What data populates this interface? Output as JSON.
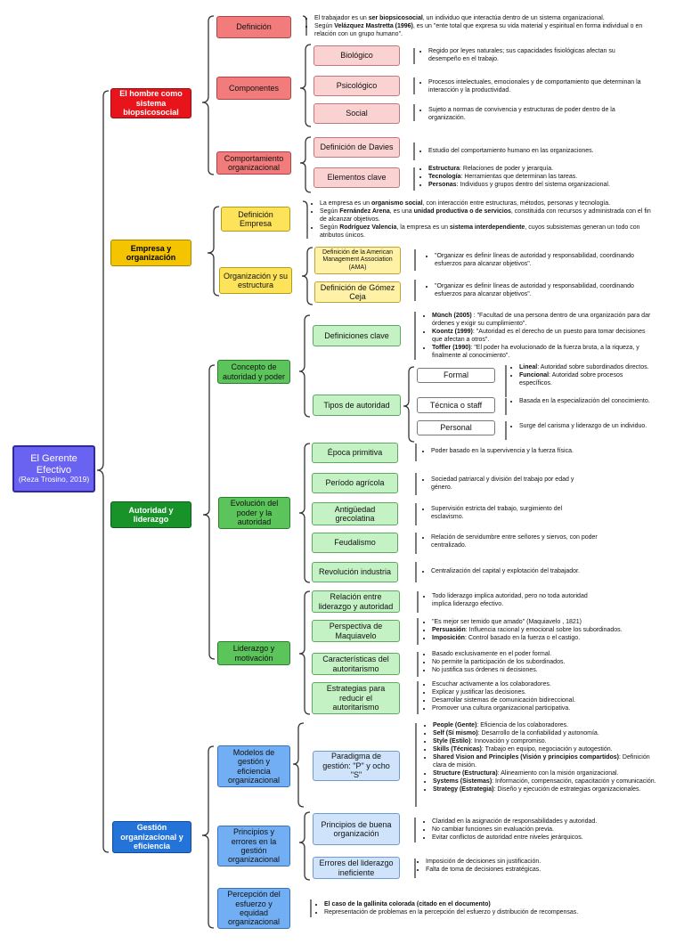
{
  "root": {
    "title": "El Gerente Efectivo",
    "subtitle": "(Reza Trosino, 2019)"
  },
  "s1": {
    "title": "El hombre como sistema biopsicosocial",
    "definicion": {
      "label": "Definición",
      "b1_pre": "El trabajador es un ",
      "b1_bold": "ser biopsicosocial",
      "b1_post": ", un individuo que interactúa dentro de un sistema organizacional.",
      "b2_pre": "Según ",
      "b2_bold": "Velázquez Mastretta (1996)",
      "b2_post": ", es un \"ente total que expresa su vida material y espiritual en forma individual o en relación con un grupo humano\"."
    },
    "componentes": {
      "label": "Componentes",
      "biologico": {
        "label": "Biológico",
        "desc": "Regido por leyes naturales; sus capacidades fisiológicas afectan su desempeño en el trabajo."
      },
      "psicologico": {
        "label": "Psicológico",
        "desc": "Procesos intelectuales, emocionales y de comportamiento que determinan la interacción y la productividad."
      },
      "social": {
        "label": "Social",
        "desc": "Sujeto a normas de convivencia y estructuras de poder dentro de la organización."
      }
    },
    "comportamiento": {
      "label": "Comportamiento organizacional",
      "davies": {
        "label": "Definición de Davies",
        "desc": "Estudio del comportamiento humano en las organizaciones."
      },
      "elementos": {
        "label": "Elementos clave",
        "b1_bold": "Estructura",
        "b1_post": ": Relaciones de poder y jerarquía.",
        "b2_bold": "Tecnología",
        "b2_post": ": Herramientas que determinan las tareas.",
        "b3_bold": "Personas",
        "b3_post": ": Individuos y grupos dentro del sistema organizacional."
      }
    }
  },
  "s2": {
    "title": "Empresa y organización",
    "defempresa": {
      "label": "Definición Empresa",
      "b1_pre": "La empresa es un ",
      "b1_bold": "organismo social",
      "b1_post": ", con interacción entre estructuras, métodos, personas y tecnología.",
      "b2_pre": "Según ",
      "b2_bold": "Fernández Arena",
      "b2_mid": ", es una ",
      "b2_bold2": "unidad productiva o de servicios",
      "b2_post": ", constituida con recursos y administrada con el fin de alcanzar objetivos.",
      "b3_pre": "Según ",
      "b3_bold": "Rodríguez Valencia",
      "b3_mid": ", la empresa es un ",
      "b3_bold2": "sistema interdependiente",
      "b3_post": ", cuyos subsistemas generan un todo con atributos únicos."
    },
    "orgestructura": {
      "label": "Organización y su estructura",
      "ama": {
        "label": "Definición de la American Management Association (AMA)",
        "desc": "\"Organizar es definir líneas de autoridad y responsabilidad, coordinando esfuerzos para alcanzar objetivos\"."
      },
      "gomez": {
        "label": "Definición de Gómez Ceja",
        "desc": "\"Organizar es definir líneas de autoridad y responsabilidad, coordinando esfuerzos para alcanzar objetivos\"."
      }
    }
  },
  "s3": {
    "title": "Autoridad y liderazgo",
    "concepto": {
      "label": "Concepto de autoridad y poder",
      "defclave": {
        "label": "Definiciones clave",
        "b1_bold": "Münch (2005)",
        "b1_post": " : \"Facultad de una persona dentro de una organización para dar órdenes y exigir su cumplimiento\".",
        "b2_bold": "Koontz (1999)",
        "b2_post": ": \"Autoridad es el derecho de un puesto para tomar decisiones que afectan a otros\".",
        "b3_bold": "Toffler (1990)",
        "b3_post": ": \"El poder ha evolucionado de la fuerza bruta, a la riqueza, y finalmente al conocimiento\"."
      },
      "tipos": {
        "label": "Tipos de autoridad",
        "formal": {
          "label": "Formal",
          "b1_bold": "Lineal",
          "b1_post": ": Autoridad sobre subordinados directos.",
          "b2_bold": "Funcional",
          "b2_post": ": Autoridad sobre procesos específicos."
        },
        "tecnica": {
          "label": "Técnica o staff",
          "desc": "Basada en la especialización del conocimiento."
        },
        "personal": {
          "label": "Personal",
          "desc": "Surge del carisma y liderazgo de un individuo."
        }
      }
    },
    "evolucion": {
      "label": "Evolución del poder y la autoridad",
      "items": [
        {
          "label": "Época primitiva",
          "desc": "Poder basado en la supervivencia y la fuerza física."
        },
        {
          "label": "Período agrícola",
          "desc": "Sociedad patriarcal y división del trabajo por edad y género."
        },
        {
          "label": "Antigüedad grecolatina",
          "desc": "Supervisión estricta del trabajo, surgimiento del esclavismo."
        },
        {
          "label": "Feudalismo",
          "desc": "Relación de servidumbre entre señores y siervos, con poder centralizado."
        },
        {
          "label": "Revolución industria",
          "desc": "Centralización del capital y explotación del trabajador."
        }
      ]
    },
    "liderazgo": {
      "label": "Liderazgo y motivación",
      "relacion": {
        "label": "Relación entre liderazgo y autoridad",
        "desc": "Todo liderazgo implica autoridad, pero no toda autoridad implica liderazgo efectivo."
      },
      "maquiavelo": {
        "label": "Perspectiva de Maquiavelo",
        "b1": "\"Es mejor ser temido que amado\" (Maquiavelo , 1821)",
        "b2_bold": "Persuasión",
        "b2_post": ": Influencia racional y emocional sobre los subordinados.",
        "b3_bold": "Imposición",
        "b3_post": ": Control basado en la fuerza o el castigo."
      },
      "caracteristicas": {
        "label": "Características del autoritarismo",
        "b1": "Basado exclusivamente en el poder formal.",
        "b2": "No permite la participación de los subordinados.",
        "b3": "No justifica sus órdenes ni decisiones."
      },
      "estrategias": {
        "label": "Estrategias para reducir el autoritarismo",
        "b1": "Escuchar activamente a los colaboradores.",
        "b2": "Explicar y justificar las decisiones.",
        "b3": "Desarrollar sistemas de comunicación bidireccional.",
        "b4": "Promover una cultura organizacional participativa."
      }
    }
  },
  "s4": {
    "title": "Gestión organizacional y eficiencia",
    "modelos": {
      "label": "Modelos de gestión y eficiencia organizacional",
      "paradigma": {
        "label": "Paradigma de gestión: \"P\" y ocho \"S\"",
        "b1_bold": "People (Gente)",
        "b1_post": ": Eficiencia de los colaboradores.",
        "b2_bold": "Self (Sí mismo)",
        "b2_post": ": Desarrollo de la confiabilidad y autonomía.",
        "b3_bold": "Style (Estilo)",
        "b3_post": ": Innovación y compromiso.",
        "b4_bold": "Skills (Técnicas)",
        "b4_post": ": Trabajo en equipo, negociación y autogestión.",
        "b5_bold": "Shared Vision and Principles (Visión y principios compartidos)",
        "b5_post": ": Definición clara de misión.",
        "b6_bold": "Structure (Estructura)",
        "b6_post": ": Alineamiento con la misión organizacional.",
        "b7_bold": "Systems (Sistemas)",
        "b7_post": ": Información, compensación, capacitación y comunicación.",
        "b8_bold": "Strategy (Estrategia)",
        "b8_post": ": Diseño y ejecución de estrategias organizacionales."
      }
    },
    "principios": {
      "label": "Principios y errores en la gestión organizacional",
      "buena": {
        "label": "Principios de buena organización",
        "b1": "Claridad en la asignación de responsabilidades y autoridad.",
        "b2": "No cambiar funciones sin evaluación previa.",
        "b3": "Evitar conflictos de autoridad entre niveles jerárquicos."
      },
      "errores": {
        "label": "Errores del liderazgo ineficiente",
        "b1": "Imposición de decisiones sin justificación.",
        "b2": "Falta de toma de decisiones estratégicas."
      }
    },
    "percepcion": {
      "label": "Percepción del esfuerzo y equidad organizacional",
      "b1_bold": "El caso de la gallinita colorada (citado en el documento)",
      "b2": "Representación de problemas en la percepción del esfuerzo y distribución de recompensas."
    }
  }
}
